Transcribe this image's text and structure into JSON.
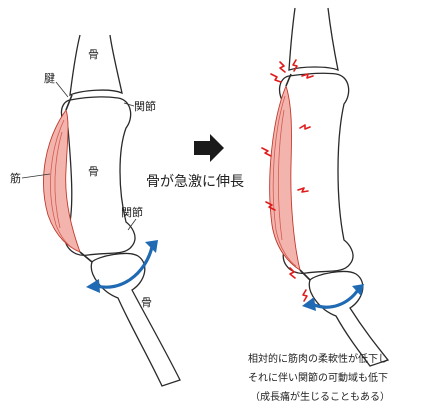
{
  "left_figure": {
    "bone_top": "骨",
    "tendon": "腱",
    "joint_top": "関節",
    "muscle": "筋",
    "bone_middle": "骨",
    "joint_bottom": "関節",
    "bone_bottom": "骨"
  },
  "transition": {
    "caption": "骨が急激に伸長"
  },
  "right_figure": {
    "note_lines": [
      "相対的に筋肉の柔軟性が低下し",
      "それに伴い関節の可動域も低下",
      "（成長痛が生じることもある）"
    ]
  },
  "colors": {
    "muscle_fill": "#f3b4ae",
    "muscle_stroke": "#c0392b",
    "motion_arrow": "#1f6ab3",
    "tension_mark": "#e11b1b",
    "transition_arrow": "#1a1a1a"
  }
}
